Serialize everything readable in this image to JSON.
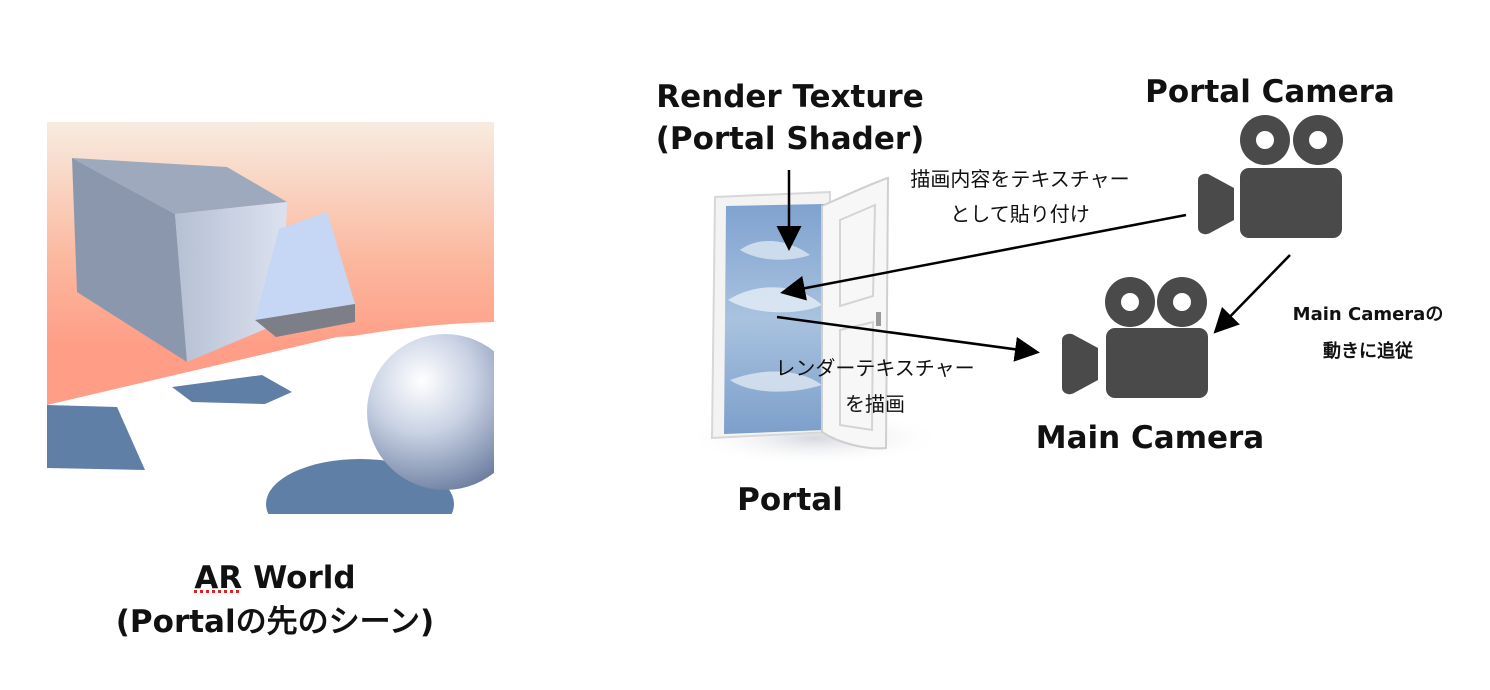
{
  "ar_world": {
    "caption_abbr": "AR",
    "caption_rest": " World",
    "caption_line2": "(Portalの先のシーン)"
  },
  "render_texture": {
    "line1": "Render Texture",
    "line2": "(Portal Shader)"
  },
  "portal": {
    "label": "Portal"
  },
  "portal_camera": {
    "label": "Portal Camera",
    "icon": "video-camera-icon"
  },
  "main_camera": {
    "label": "Main Camera",
    "icon": "video-camera-icon"
  },
  "notes": {
    "paste_line1": "描画内容をテキスチャー",
    "paste_line2": "として貼り付け",
    "render_line1": "レンダーテキスチャー",
    "render_line2": "を描画",
    "follow_line1": "Main Cameraの",
    "follow_line2": "動きに追従"
  },
  "colors": {
    "camera_icon": "#4a4a4a",
    "shadow": "#5f7fa6",
    "sky": "#8fb0d4",
    "background_top": "#f5e4d6",
    "background_bottom": "#ff9e88"
  }
}
